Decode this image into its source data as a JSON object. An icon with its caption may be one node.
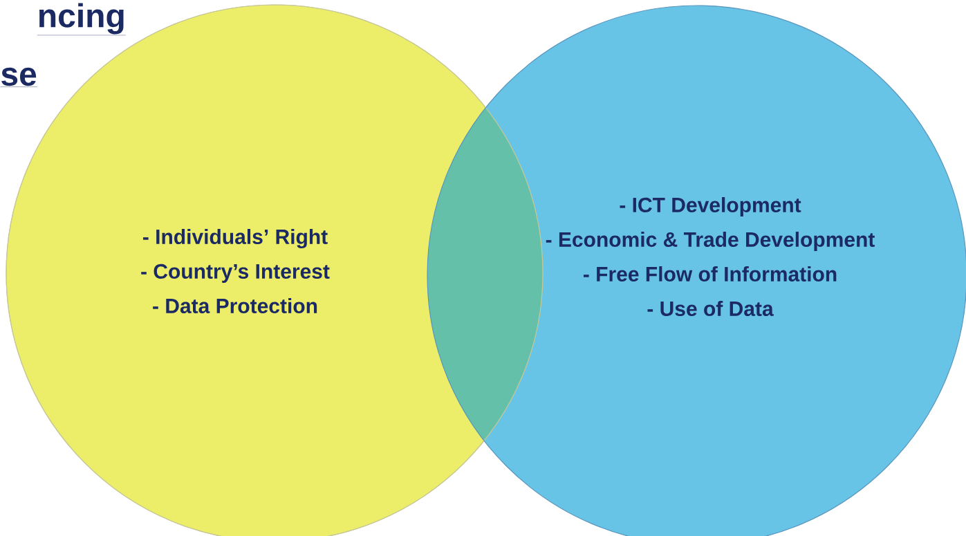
{
  "diagram": {
    "nodes": [
      {
        "text": [
          "- Individuals’ Right",
          "- Country’s Interest",
          "- Data Protection"
        ]
      },
      {
        "text": [
          "- ICT Development",
          "- Economic & Trade Development",
          "- Free Flow of Information",
          "- Use of Data"
        ]
      }
    ],
    "labels": [
      "ncing",
      "se"
    ]
  }
}
